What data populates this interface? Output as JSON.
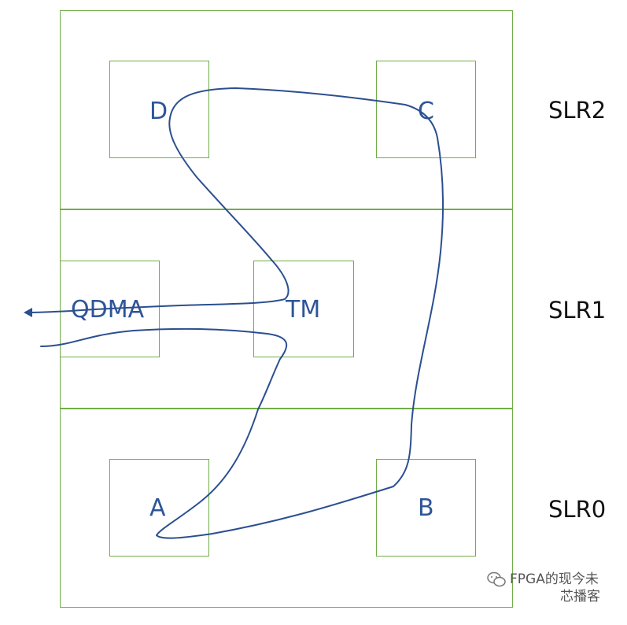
{
  "regions": [
    {
      "id": "slr2",
      "label": "SLR2"
    },
    {
      "id": "slr1",
      "label": "SLR1"
    },
    {
      "id": "slr0",
      "label": "SLR0"
    }
  ],
  "blocks": {
    "D": "D",
    "C": "C",
    "QDMA": "QDMA",
    "TM": "TM",
    "A": "A",
    "B": "B"
  },
  "colors": {
    "region_border": "#70ad47",
    "block_label": "#2e5597",
    "route_line": "#2b4f8f"
  },
  "watermark": {
    "line1": "FPGA的现今未",
    "line2": "芯播客",
    "icon": "wechat-icon"
  }
}
